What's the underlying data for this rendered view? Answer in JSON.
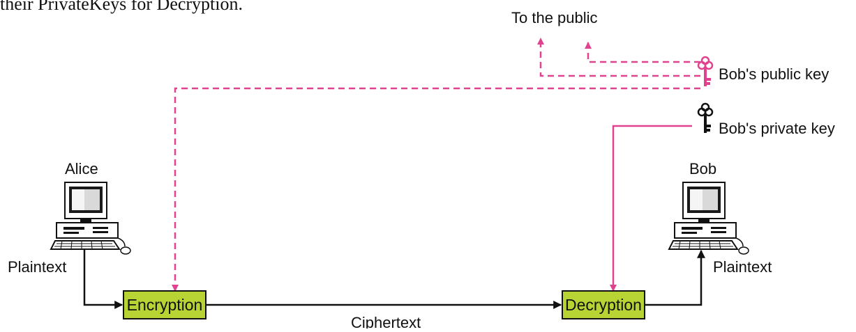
{
  "header": {
    "caption": "their PrivateKeys for Decryption."
  },
  "labels": {
    "to_public": "To the public",
    "public_key": "Bob's public key",
    "private_key": "Bob's private key",
    "alice": "Alice",
    "bob": "Bob",
    "plaintext_in": "Plaintext",
    "plaintext_out": "Plaintext",
    "ciphertext": "Ciphertext"
  },
  "boxes": {
    "encryption": "Encryption",
    "decryption": "Decryption"
  },
  "icons": {
    "public_key": "key-icon",
    "private_key": "key-icon",
    "alice": "desktop-computer-icon",
    "bob": "desktop-computer-icon"
  },
  "colors": {
    "public_path": "#e0428f",
    "private_path": "#e0428f",
    "box_fill": "#b8d334",
    "box_border": "#111111",
    "flow": "#111111"
  }
}
